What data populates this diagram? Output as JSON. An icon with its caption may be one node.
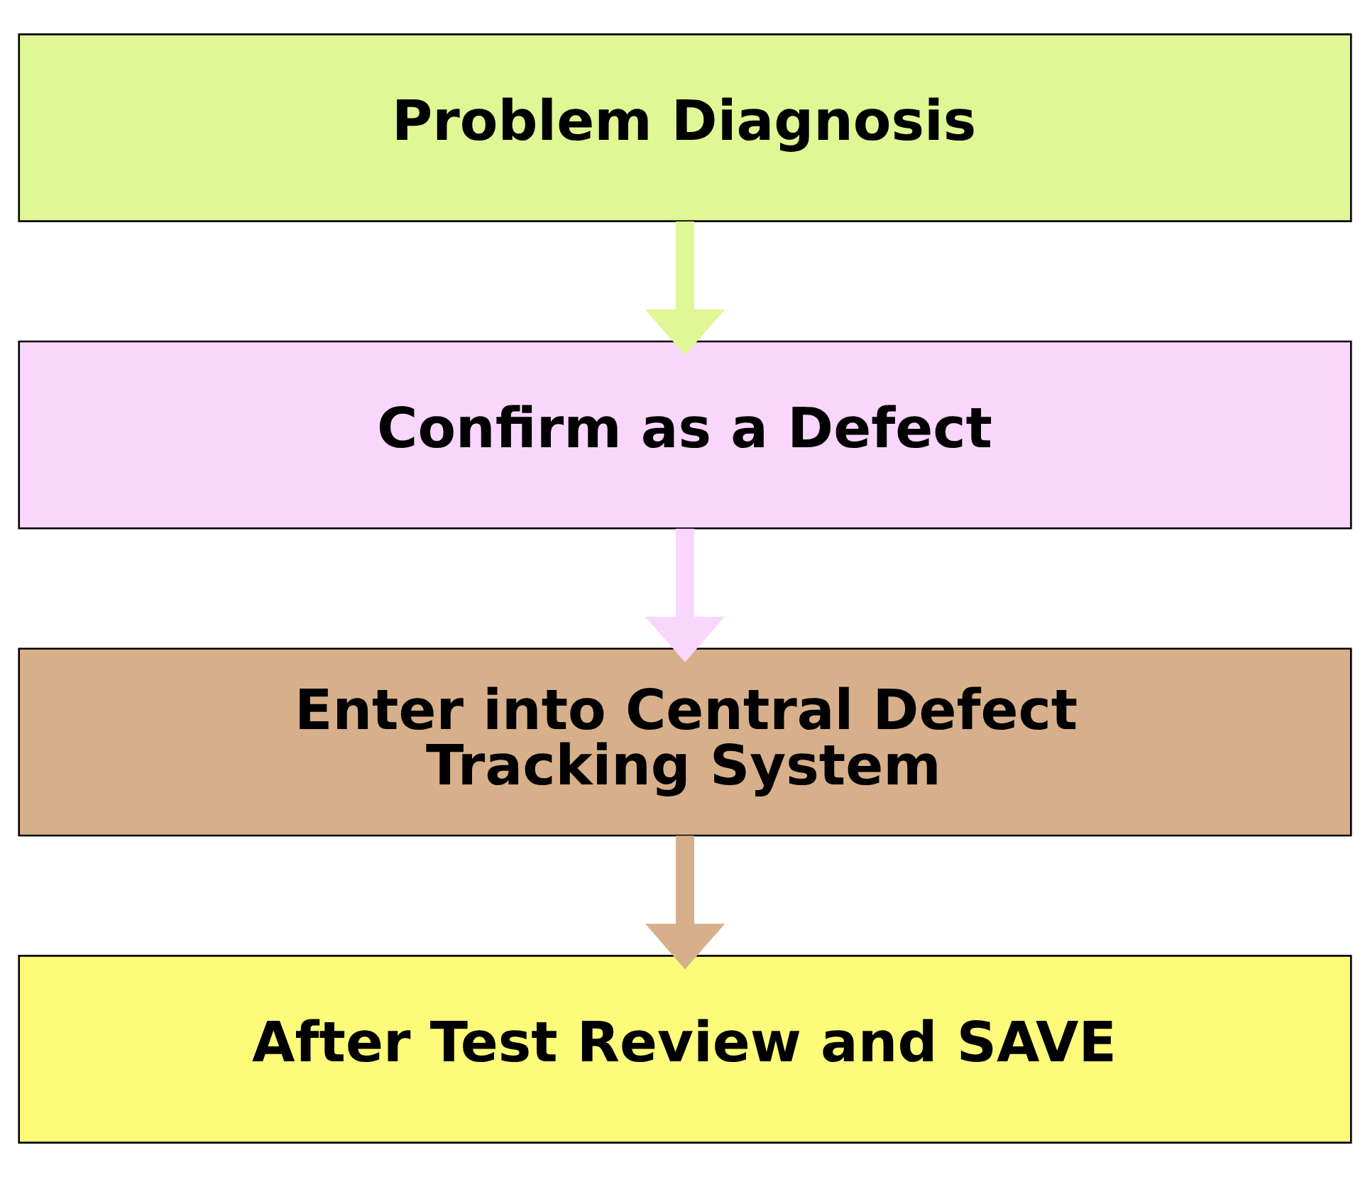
{
  "diagram": {
    "nodes": [
      {
        "text": [
          "Problem Diagnosis"
        ]
      },
      {
        "text": [
          "Confirm as a Defect"
        ]
      },
      {
        "text": [
          "Enter into Central Defect Tracking System"
        ]
      },
      {
        "text": [
          "After Test Review and SAVE"
        ]
      }
    ],
    "edges": [
      {
        "from": 0,
        "to": 1,
        "arrow": "to",
        "color": "#dff794"
      },
      {
        "from": 1,
        "to": 2,
        "arrow": "to",
        "color": "#f9d6fb"
      },
      {
        "from": 2,
        "to": 3,
        "arrow": "to",
        "color": "#d7b08b"
      }
    ]
  }
}
